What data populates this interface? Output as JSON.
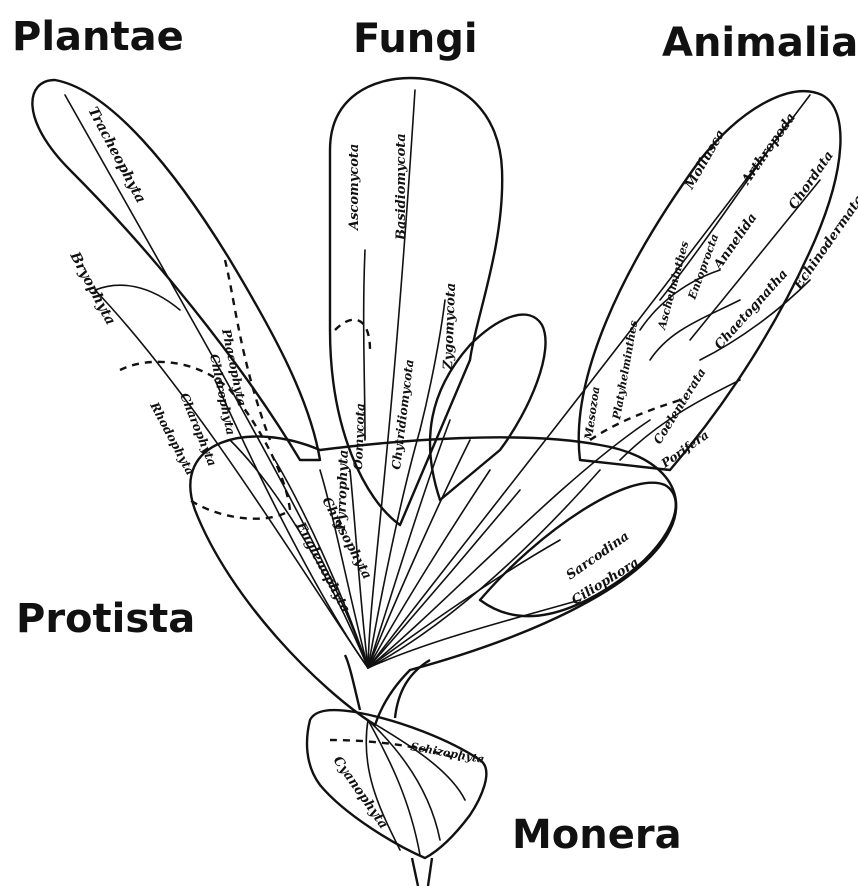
{
  "kingdoms": {
    "plantae": "Plantae",
    "fungi": "Fungi",
    "animalia": "Animalia",
    "protista": "Protista",
    "monera": "Monera"
  },
  "taxa": {
    "tracheophyta": "Tracheophyta",
    "bryophyta": "Bryophyta",
    "phaeophyta": "Phaeophyta",
    "chlorophyta": "Chlorophyta",
    "charophyta": "Charophyta",
    "rhodophyta": "Rhodophyta",
    "ascomycota": "Ascomycota",
    "basidiomycota": "Basidiomycota",
    "zygomycota": "Zygomycota",
    "chytridiomycota": "Chytridiomycota",
    "oomycota": "Oomycota",
    "mollusca": "Mollusca",
    "arthropoda": "Arthropoda",
    "annelida": "Annelida",
    "chordata": "Chordata",
    "echinodermata": "Echinodermata",
    "chaetognatha": "Chaetognatha",
    "entoprocta": "Entoprocta",
    "aschelminthes": "Aschelminthes",
    "platyhelminthes": "Platyhelminthes",
    "mesozoa": "Mesozoa",
    "coelenterata": "Coelenterata",
    "porifera": "Porifera",
    "chrysophyta": "Chrysophyta",
    "pyrrophyta": "Pyrrophyta",
    "euglenophyta": "Euglenophyta",
    "sarcodina": "Sarcodina",
    "ciliophora": "Ciliophora",
    "schizophyta": "Schizophyta",
    "cyanophyta": "Cyanophyta"
  }
}
